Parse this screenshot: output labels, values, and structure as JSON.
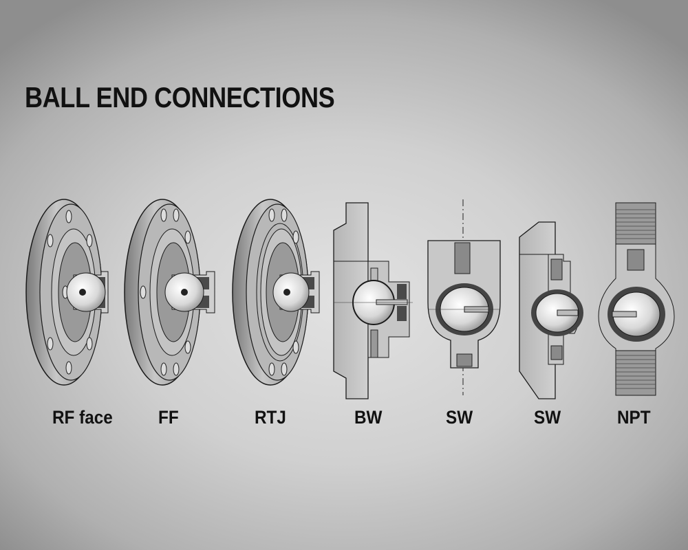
{
  "title": "BALL END CONNECTIONS",
  "connections": [
    {
      "label": "RF face",
      "type": "raised-face-flange"
    },
    {
      "label": "FF",
      "type": "flat-face-flange"
    },
    {
      "label": "RTJ",
      "type": "ring-type-joint-flange"
    },
    {
      "label": "BW",
      "type": "butt-weld"
    },
    {
      "label": "SW",
      "type": "socket-weld"
    },
    {
      "label": "SW",
      "type": "socket-weld-alt"
    },
    {
      "label": "NPT",
      "type": "threaded"
    }
  ],
  "colors": {
    "text": "#111111",
    "metal": "#a8a8a8",
    "seal": "#4a4a4a",
    "outline": "#1a1a1a"
  }
}
